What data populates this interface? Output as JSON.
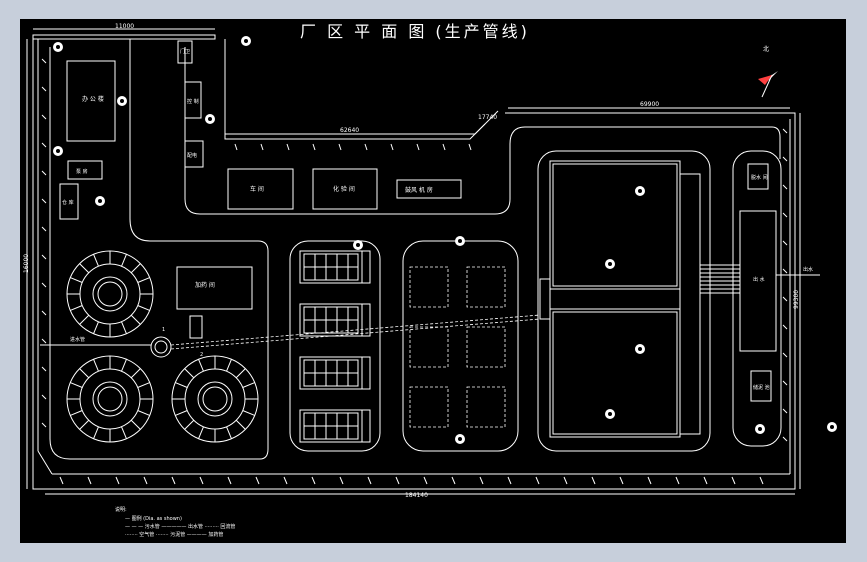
{
  "drawing": {
    "title": "厂 区 平 面 图 (生产管线)",
    "dimensions": {
      "top_left": "11000",
      "mid": "62640",
      "diag": "17740",
      "top_right": "69900",
      "bottom": "184140",
      "left": "16000",
      "right": "99300"
    },
    "buildings": {
      "top_left_block": "办 公 楼",
      "small_a": "门卫",
      "small_b": "控 制",
      "small_c": "配电",
      "left_small": "泵 房",
      "left_small2": "仓 库",
      "mid_1": "车 间",
      "mid_2": "化 验 间",
      "mid_3": "鼓风 机 房",
      "process_house": "加药 间",
      "right_top": "脱水 间",
      "right_bottom": "储泥 池",
      "right_mid": "出 水"
    },
    "labels": {
      "inlet": "进水管",
      "outlet": "出水",
      "node_1": "1",
      "node_2": "2",
      "north": "北"
    },
    "legend": {
      "header": "说明:",
      "line1": "— 图例 (Dia. as shown)",
      "line2": "— — — 污水管 ————— 出水管 ········· 回流管",
      "line3": "········ 空气管 ········ 污泥管 ———— 加药管"
    }
  }
}
